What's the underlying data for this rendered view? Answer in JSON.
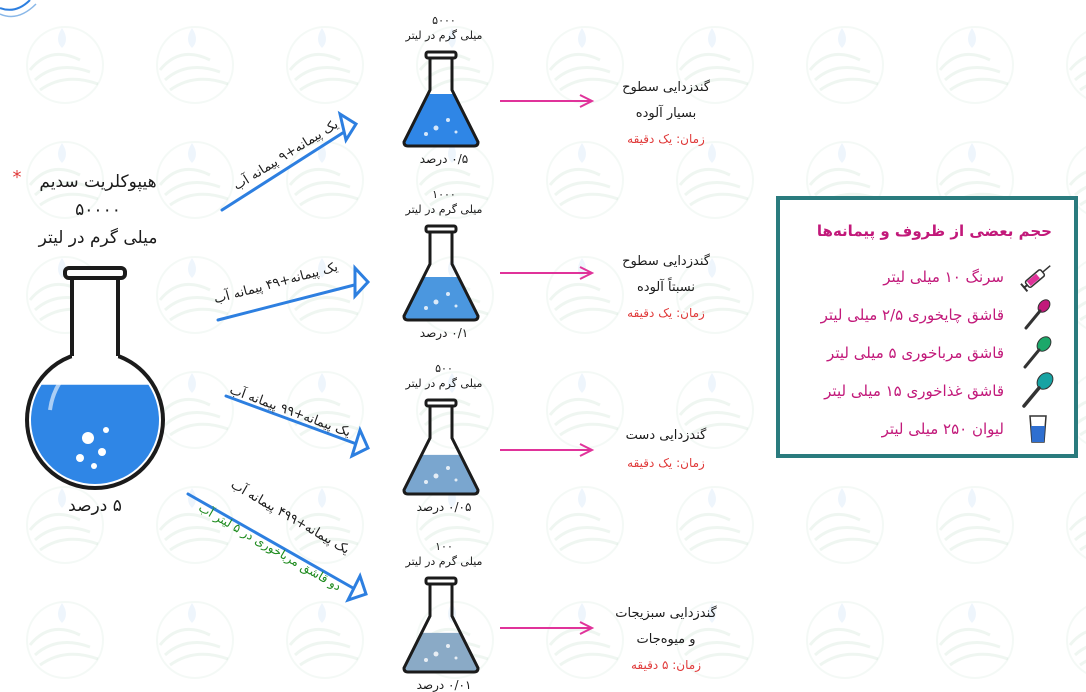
{
  "source": {
    "name": "هیپوکلریت سدیم",
    "asterisk": "*",
    "concentration": "۵۰۰۰۰",
    "unit": "میلی گرم در لیتر",
    "percent": "۵ درصد"
  },
  "dilutions": [
    {
      "ppm": "۵۰۰۰",
      "unit": "میلی گرم در لیتر",
      "percent": "۰/۵ درصد",
      "instruction": "یک پیمانه+۹ پیمانه آب",
      "note": "",
      "use_line1": "گندزدایی سطوح",
      "use_line2": "بسیار آلوده",
      "time": "زمان: یک دقیقه",
      "fill_level": 0.62,
      "liquid_color": "#2f86e6"
    },
    {
      "ppm": "۱۰۰۰",
      "unit": "میلی گرم در لیتر",
      "percent": "۰/۱ درصد",
      "instruction": "یک پیمانه+۴۹ پیمانه آب",
      "note": "",
      "use_line1": "گندزدایی سطوح",
      "use_line2": "نسبتاً آلوده",
      "time": "زمان: یک دقیقه",
      "fill_level": 0.5,
      "liquid_color": "#4b97df"
    },
    {
      "ppm": "۵۰۰",
      "unit": "میلی گرم در لیتر",
      "percent": "۰/۰۵ درصد",
      "instruction": "یک پیمانه+۹۹ پیمانه آب",
      "note": "",
      "use_line1": "گندزدایی دست",
      "use_line2": "",
      "time": "زمان: یک دقیقه",
      "fill_level": 0.45,
      "liquid_color": "#7aa6cf"
    },
    {
      "ppm": "۱۰۰",
      "unit": "میلی گرم در لیتر",
      "percent": "۰/۰۱ درصد",
      "instruction": "یک پیمانه+۴۹۹ پیمانه آب",
      "note": "دو قاشق مرباخوری در ۵ لیتر آب",
      "use_line1": "گندزدایی سبزیجات",
      "use_line2": "و میوه‌جات",
      "time": "زمان: ۵ دقیقه",
      "fill_level": 0.45,
      "liquid_color": "#8aaac6"
    }
  ],
  "legend": {
    "title": "حجم بعضی از ظروف و پیمانه‌ها",
    "items": [
      {
        "label": "سرنگ ۱۰ میلی لیتر",
        "icon": "syringe-icon"
      },
      {
        "label": "قاشق چایخوری ۲/۵ میلی لیتر",
        "icon": "teaspoon-icon"
      },
      {
        "label": "قاشق مرباخوری ۵ میلی لیتر",
        "icon": "dessert-spoon-icon"
      },
      {
        "label": "قاشق غذاخوری ۱۵ میلی لیتر",
        "icon": "tablespoon-icon"
      },
      {
        "label": "لیوان ۲۵۰ میلی لیتر",
        "icon": "glass-icon"
      }
    ]
  },
  "colors": {
    "arrow_blue": "#2d7fe0",
    "arrow_pink": "#e0339a",
    "time_red": "#e03a3a",
    "note_green": "#1c8a1c",
    "legend_border": "#2a7b7e",
    "legend_text": "#c2197a"
  }
}
